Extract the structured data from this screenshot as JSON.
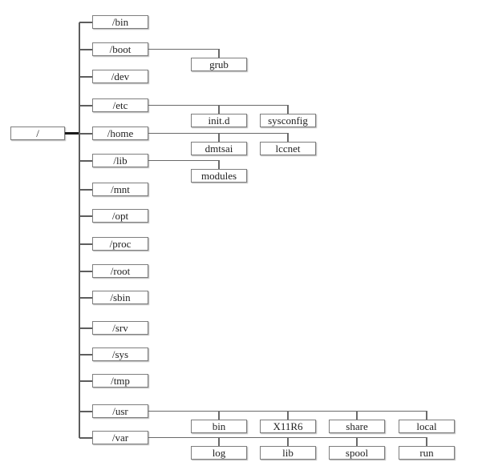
{
  "diagram": {
    "kind": "tree",
    "description": "Linux filesystem hierarchy directory tree",
    "root_label": "/",
    "level1": [
      {
        "label": "/bin",
        "children": []
      },
      {
        "label": "/boot",
        "children": [
          "grub"
        ]
      },
      {
        "label": "/dev",
        "children": []
      },
      {
        "label": "/etc",
        "children": [
          "init.d",
          "sysconfig"
        ]
      },
      {
        "label": "/home",
        "children": [
          "dmtsai",
          "lccnet"
        ]
      },
      {
        "label": "/lib",
        "children": [
          "modules"
        ]
      },
      {
        "label": "/mnt",
        "children": []
      },
      {
        "label": "/opt",
        "children": []
      },
      {
        "label": "/proc",
        "children": []
      },
      {
        "label": "/root",
        "children": []
      },
      {
        "label": "/sbin",
        "children": []
      },
      {
        "label": "/srv",
        "children": []
      },
      {
        "label": "/sys",
        "children": []
      },
      {
        "label": "/tmp",
        "children": []
      },
      {
        "label": "/usr",
        "children": [
          "bin",
          "X11R6",
          "share",
          "local"
        ]
      },
      {
        "label": "/var",
        "children": [
          "log",
          "lib",
          "spool",
          "run"
        ]
      }
    ],
    "colors": {
      "box_border": "#7e7e7e",
      "line": "#5d5d5d",
      "root_link": "#1a1a1a",
      "text": "#1f1f1f",
      "background": "#ffffff"
    }
  }
}
